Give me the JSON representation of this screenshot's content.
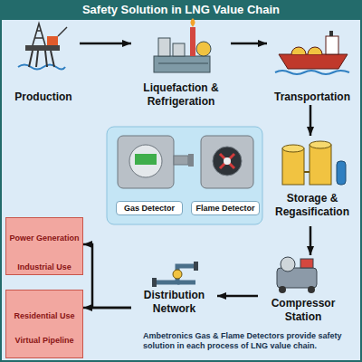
{
  "diagram": {
    "title": "Safety Solution in LNG Value Chain",
    "caption": "Ambetronics Gas & Flame Detectors provide safety solution in each process of LNG value chain.",
    "nodes": [
      {
        "text": [
          "Production"
        ]
      },
      {
        "text": [
          "Liquefaction & Refrigeration"
        ]
      },
      {
        "text": [
          "Transportation"
        ]
      },
      {
        "text": [
          "Gas Detector"
        ]
      },
      {
        "text": [
          "Flame Detector"
        ]
      },
      {
        "text": [
          "Storage & Regasification"
        ]
      },
      {
        "text": [
          "Compressor Station"
        ]
      },
      {
        "text": [
          "Distribution Network"
        ]
      },
      {
        "text": [
          "Power Generation",
          "Industrial Use"
        ]
      },
      {
        "text": [
          "Residential Use",
          "Virtual Pipeline"
        ]
      }
    ],
    "edges": [
      {
        "from": 0,
        "to": 1,
        "arrow": "to"
      },
      {
        "from": 1,
        "to": 2,
        "arrow": "to"
      },
      {
        "from": 2,
        "to": 5,
        "arrow": "to"
      },
      {
        "from": 5,
        "to": 6,
        "arrow": "to"
      },
      {
        "from": 6,
        "to": 7,
        "arrow": "to"
      },
      {
        "from": 7,
        "to": 8,
        "arrow": "to"
      },
      {
        "from": 7,
        "to": 9,
        "arrow": "to"
      }
    ]
  }
}
